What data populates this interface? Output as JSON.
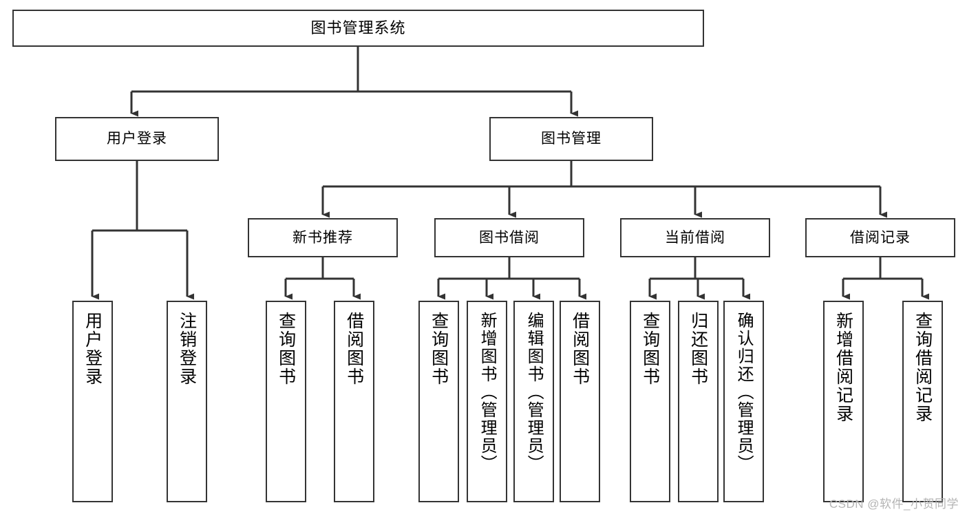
{
  "diagram": {
    "title": "图书管理系统",
    "type": "tree-hierarchy",
    "orientation": "top-down",
    "root": {
      "label": "图书管理系统"
    },
    "level1": [
      {
        "label": "用户登录"
      },
      {
        "label": "图书管理"
      }
    ],
    "level2": [
      {
        "label": "新书推荐",
        "parent": "图书管理"
      },
      {
        "label": "图书借阅",
        "parent": "图书管理"
      },
      {
        "label": "当前借阅",
        "parent": "图书管理"
      },
      {
        "label": "借阅记录",
        "parent": "图书管理"
      }
    ],
    "leaves": {
      "user_login": [
        {
          "label": "用户登录"
        },
        {
          "label": "注销登录"
        }
      ],
      "new_book_recommend": [
        {
          "label": "查询图书"
        },
        {
          "label": "借阅图书"
        }
      ],
      "book_borrow": [
        {
          "label": "查询图书"
        },
        {
          "label": "新增图书（管理员）"
        },
        {
          "label": "编辑图书（管理员）"
        },
        {
          "label": "借阅图书"
        }
      ],
      "current_borrow": [
        {
          "label": "查询图书"
        },
        {
          "label": "归还图书"
        },
        {
          "label": "确认归还（管理员）"
        }
      ],
      "borrow_record": [
        {
          "label": "新增借阅记录"
        },
        {
          "label": "查询借阅记录"
        }
      ]
    }
  },
  "watermark": {
    "text": "CSDN @软件_小贺同学"
  },
  "colors": {
    "stroke": "#333333",
    "background": "#ffffff",
    "text": "#000000",
    "watermark": "#b4b4b4"
  }
}
